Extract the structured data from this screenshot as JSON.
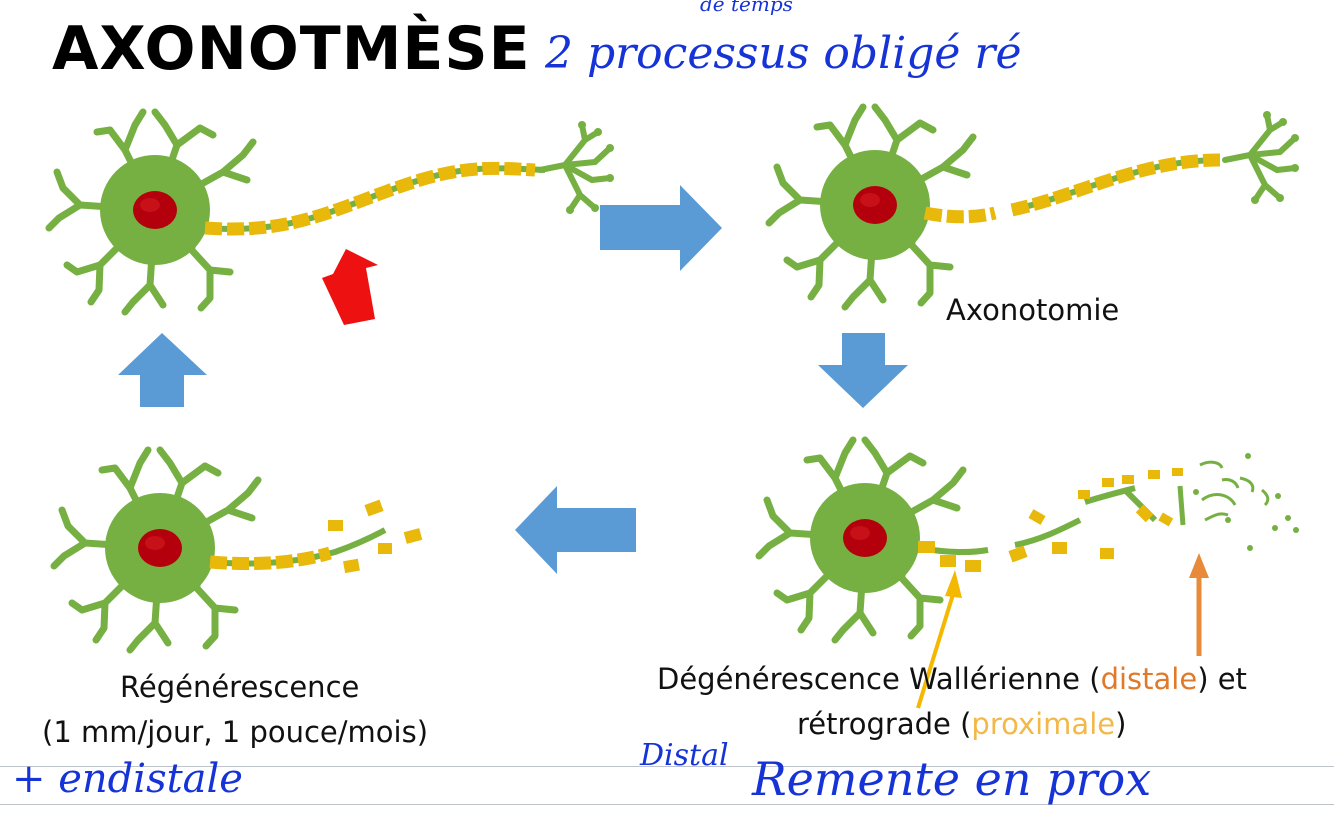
{
  "title": "AXONOTMÈSE",
  "annotations": {
    "top_small": "de temps",
    "top_main": "2 processus obligé ré",
    "bottom_left": "+ endistale",
    "bottom_distal": "Distal",
    "bottom_right": "Remente en prox"
  },
  "stages": {
    "axotomy": "Axonotomie",
    "degeneration_prefix": "Dégénérescence Wallérienne (",
    "degeneration_distal": "distale",
    "degeneration_mid": ") et",
    "retro_prefix": "rétrograde (",
    "retro_proximal": "proximale",
    "retro_suffix": ")",
    "regeneration": "Régénérescence",
    "regeneration_rate": "(1 mm/jour, 1 pouce/mois)"
  },
  "colors": {
    "neuron": "#76b043",
    "nucleus": "#b3000c",
    "myelin": "#e8b80a",
    "flow_arrow": "#5b9bd5",
    "injury_arrow": "#ee1111",
    "distal_color": "#e07a2a",
    "proximal_color": "#f2b84a",
    "ink": "#1533d6"
  }
}
